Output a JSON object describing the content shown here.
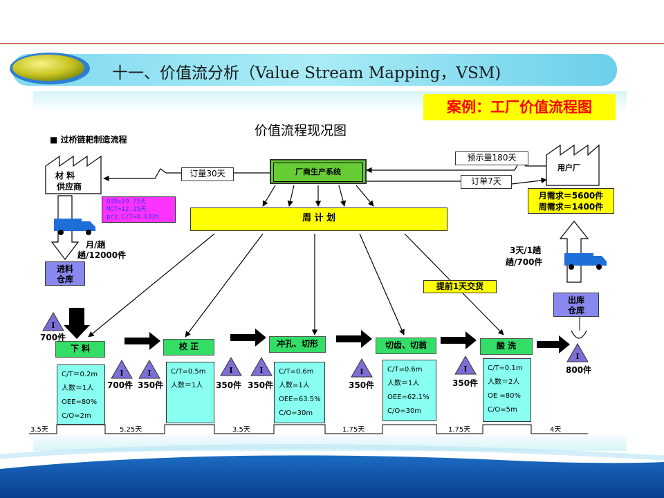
{
  "title": "十一、价值流分析（Value Stream Mapping，VSM)",
  "case_label": "案例：工厂价值流程图",
  "diagram_title": "价值流程现况图",
  "process_name": "■  过桥链耙制造流程",
  "supplier": {
    "line1": "材    料",
    "line2": "供应商"
  },
  "customer": "用户厂",
  "production_system": "厂商生产系统",
  "order_supplier": "订量30天",
  "forecast": "预示量180天",
  "order_customer": "订单7天",
  "lead_time": {
    "line1": "DTD=19.75天",
    "line2": "MCT=12.25天",
    "line3": "pcs C/T=0.033h"
  },
  "demand": {
    "monthly": "月需求＝5600件",
    "weekly": "周需求＝1400件"
  },
  "schedule": "周          计          划",
  "inbound_delivery": {
    "line1": "月/趟",
    "line2": "趟/12000件"
  },
  "outbound_delivery": {
    "line1": "3天/1趟",
    "line2": "趟/700件"
  },
  "incoming_warehouse": {
    "line1": "进料",
    "line2": "仓库"
  },
  "outgoing_warehouse": {
    "line1": "出库",
    "line2": "仓库"
  },
  "advance_delivery": "提前1天交货",
  "inventory_symbol": "I",
  "processes": [
    {
      "name": "下   料",
      "data": [
        "C/T＝0.2m",
        "人数＝1人",
        "OEE=80%",
        "C/O=2m"
      ]
    },
    {
      "name": "校   正",
      "data": [
        "C/T=0.5m",
        "人数＝1人"
      ]
    },
    {
      "name": "冲孔、切形",
      "data": [
        "C/T=0.6m",
        "人数=1人",
        "OEE=63.5%",
        "C/O=30m"
      ]
    },
    {
      "name": "切齿、切翁",
      "data": [
        "C/T=0.6m",
        "人数＝1人",
        "OEE=62.1%",
        "C/O=30m"
      ]
    },
    {
      "name": "酸   洗",
      "data": [
        "C/T=0.1m",
        "人数＝2人",
        "OE  =80%",
        "C/O=5m"
      ]
    }
  ],
  "inventories": [
    "700件",
    "700件",
    "350件",
    "350件",
    "350件",
    "350件",
    "350件",
    "800件"
  ],
  "timeline": [
    "3.5天",
    "5.25天",
    "3.5天",
    "1.75天",
    "1.75天",
    "4天"
  ],
  "colors": {
    "title_bar": "#8fe3f3",
    "process_box": "#33dd66",
    "data_box": "#88fff0",
    "warehouse": "#8888ee",
    "schedule": "#ffff00",
    "system": "#66cc33",
    "truck": "#1e6fd8",
    "footer": "#1050a8"
  }
}
